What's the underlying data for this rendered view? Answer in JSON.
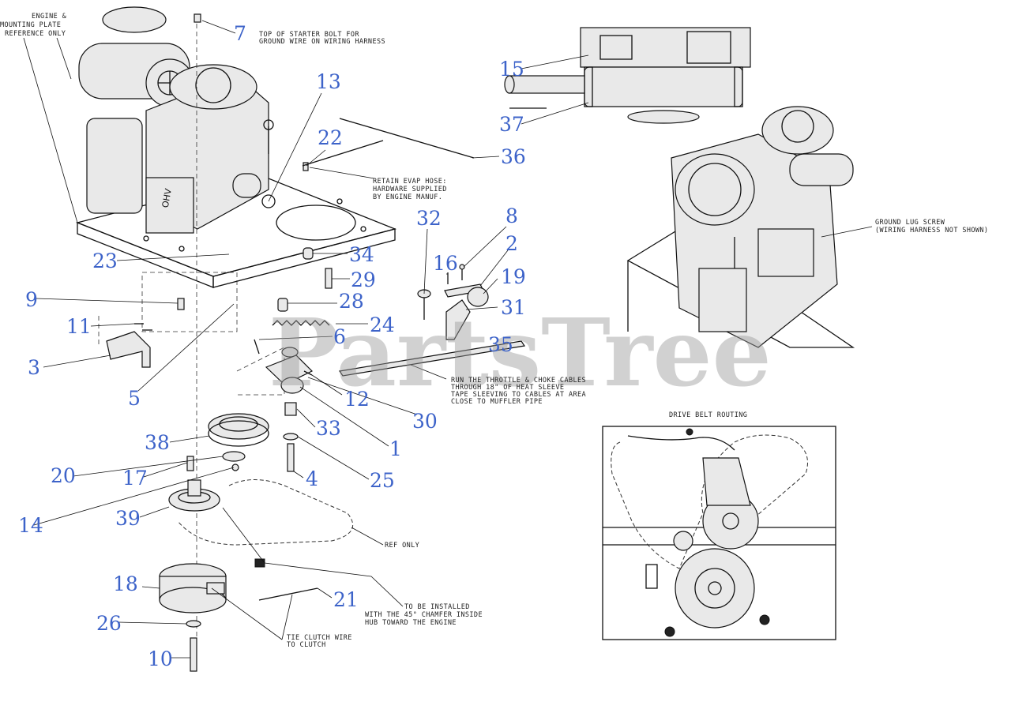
{
  "watermark": "PartsTree",
  "notes": {
    "engine_ref": [
      "ENGINE &",
      "MOUNTING PLATE",
      "REFERENCE ONLY"
    ],
    "starter_bolt": [
      "TOP OF STARTER BOLT FOR",
      "GROUND WIRE ON WIRING HARNESS"
    ],
    "evap_hose": [
      "RETAIN EVAP HOSE:",
      "HARDWARE SUPPLIED",
      "BY ENGINE MANUF."
    ],
    "throttle": [
      "RUN THE THROTTLE & CHOKE CABLES",
      "THROUGH 18\" OF HEAT SLEEVE",
      "TAPE SLEEVING TO CABLES AT AREA",
      "CLOSE TO MUFFLER PIPE"
    ],
    "ground_lug": [
      "GROUND LUG SCREW",
      "(WIRING HARNESS NOT SHOWN)"
    ],
    "belt_routing": "DRIVE BELT ROUTING",
    "ref_only": "REF ONLY",
    "install": [
      "TO BE INSTALLED",
      "WITH THE 45° CHAMFER INSIDE",
      "HUB TOWARD THE ENGINE"
    ],
    "tie_clutch": [
      "TIE CLUTCH WIRE",
      "TO CLUTCH"
    ]
  },
  "callouts": [
    {
      "id": "c7",
      "label": "7"
    },
    {
      "id": "c13",
      "label": "13"
    },
    {
      "id": "c22",
      "label": "22"
    },
    {
      "id": "c36",
      "label": "36"
    },
    {
      "id": "c15",
      "label": "15"
    },
    {
      "id": "c37",
      "label": "37"
    },
    {
      "id": "c32",
      "label": "32"
    },
    {
      "id": "c8",
      "label": "8"
    },
    {
      "id": "c2",
      "label": "2"
    },
    {
      "id": "c16",
      "label": "16"
    },
    {
      "id": "c19",
      "label": "19"
    },
    {
      "id": "c31",
      "label": "31"
    },
    {
      "id": "c34",
      "label": "34"
    },
    {
      "id": "c23",
      "label": "23"
    },
    {
      "id": "c29",
      "label": "29"
    },
    {
      "id": "c9",
      "label": "9"
    },
    {
      "id": "c28",
      "label": "28"
    },
    {
      "id": "c24",
      "label": "24"
    },
    {
      "id": "c11",
      "label": "11"
    },
    {
      "id": "c6",
      "label": "6"
    },
    {
      "id": "c35",
      "label": "35"
    },
    {
      "id": "c3",
      "label": "3"
    },
    {
      "id": "c12",
      "label": "12"
    },
    {
      "id": "c5",
      "label": "5"
    },
    {
      "id": "c30",
      "label": "30"
    },
    {
      "id": "c33",
      "label": "33"
    },
    {
      "id": "c1",
      "label": "1"
    },
    {
      "id": "c38",
      "label": "38"
    },
    {
      "id": "c20",
      "label": "20"
    },
    {
      "id": "c17",
      "label": "17"
    },
    {
      "id": "c4",
      "label": "4"
    },
    {
      "id": "c25",
      "label": "25"
    },
    {
      "id": "c14",
      "label": "14"
    },
    {
      "id": "c39",
      "label": "39"
    },
    {
      "id": "c18",
      "label": "18"
    },
    {
      "id": "c21",
      "label": "21"
    },
    {
      "id": "c26",
      "label": "26"
    },
    {
      "id": "c10",
      "label": "10"
    }
  ]
}
